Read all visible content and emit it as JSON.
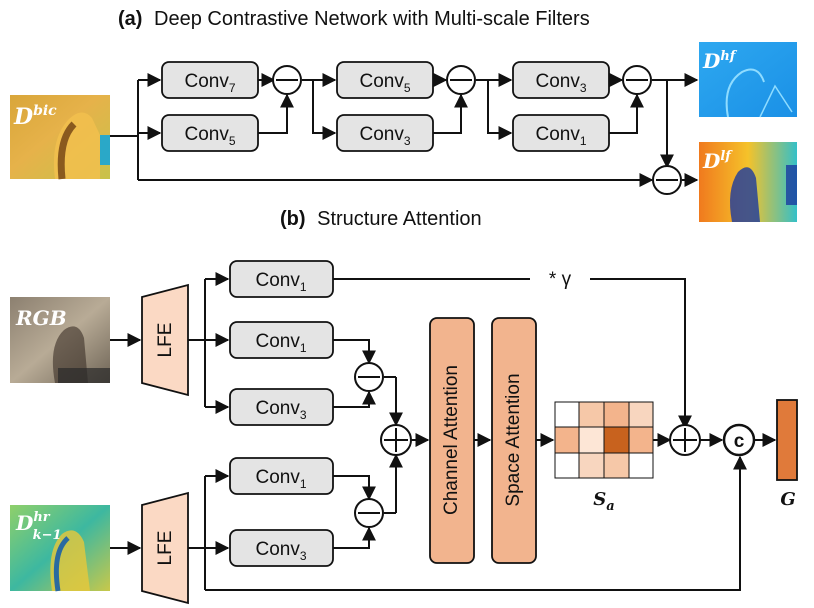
{
  "panel_a": {
    "title_prefix": "(a)",
    "title": "Deep Contrastive Network with Multi-scale Filters",
    "input_label": "D",
    "input_sup": "bic",
    "stage1": {
      "top": "Conv",
      "top_sub": "7",
      "bottom": "Conv",
      "bottom_sub": "5"
    },
    "stage2": {
      "top": "Conv",
      "top_sub": "5",
      "bottom": "Conv",
      "bottom_sub": "3"
    },
    "stage3": {
      "top": "Conv",
      "top_sub": "3",
      "bottom": "Conv",
      "bottom_sub": "1"
    },
    "out_hf": "D",
    "out_hf_sup": "hf",
    "out_lf": "D",
    "out_lf_sup": "lf"
  },
  "panel_b": {
    "title_prefix": "(b)",
    "title": "Structure Attention",
    "rgb_label": "RGB",
    "depth_label": "D",
    "depth_sup": "hr",
    "depth_sub": "k−1",
    "lfe": "LFE",
    "rgb_convs": [
      {
        "label": "Conv",
        "sub": "1"
      },
      {
        "label": "Conv",
        "sub": "1"
      },
      {
        "label": "Conv",
        "sub": "3"
      }
    ],
    "depth_convs": [
      {
        "label": "Conv",
        "sub": "1"
      },
      {
        "label": "Conv",
        "sub": "3"
      }
    ],
    "gamma": "* γ",
    "channel_attention": "Channel Attention",
    "space_attention": "Space Attention",
    "sa_label": "S",
    "sa_sub": "a",
    "concat": "c",
    "g_label": "G"
  },
  "colors": {
    "conv_fill": "#e4e4e4",
    "attention_fill": "#f2b48e",
    "lfe_fill": "#fbd9c4",
    "g_fill": "#e07a3a"
  }
}
